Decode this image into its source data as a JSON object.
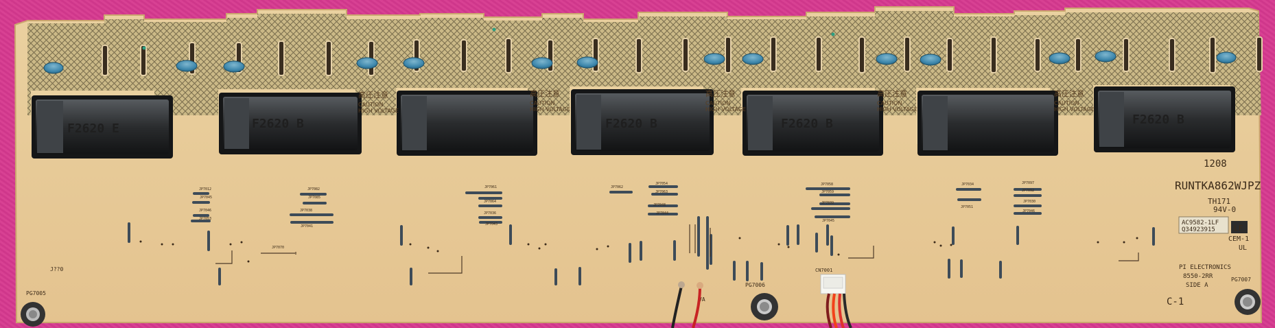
{
  "transformer_labels": [
    "F2620 E",
    "F2620 B",
    "",
    "F2620 B",
    "F2620 B",
    "",
    "F2620 B"
  ],
  "caution_labels": {
    "kanji": "高圧注意",
    "line1": "CAUTION",
    "line2": "HIGH VOLTAGE"
  },
  "board_text": {
    "part_number": "RUNTKA862WJPZ",
    "rev_code": "1208",
    "mark_th": "TH171",
    "mark_94v": "94V-0",
    "sticker_line1": "AC9582-1LF",
    "sticker_line2": "Q34923915",
    "lf_mark": "LF",
    "cem_mark": "CEM-1",
    "ul_mark": "UL",
    "manufacturer": "PI ELECTRONICS",
    "model_code": "8550-2RR",
    "side_code": "SIDE A",
    "corner_mark": "C-1",
    "pg_left": "PG7005",
    "pg_mid": "PG7006",
    "pg_right": "PG7007",
    "cn_label": "CN7001",
    "wire_va": "VA",
    "jumper_text": "J??0"
  },
  "jumper_labels": [
    "JP7012",
    "JP7045",
    "JP7046",
    "JP7053",
    "JP7082",
    "JP7085",
    "JP7038",
    "JP7041",
    "JP7061",
    "JP7064",
    "JP7036",
    "JP7043",
    "JP7062",
    "JP7054",
    "JP7063",
    "JP7048",
    "JP7044",
    "JP7058",
    "JP7059",
    "JP7039",
    "JP7045",
    "JP7034",
    "JP7051",
    "JP7097",
    "JP7092",
    "JP7030",
    "JP7046",
    "JP7070"
  ]
}
